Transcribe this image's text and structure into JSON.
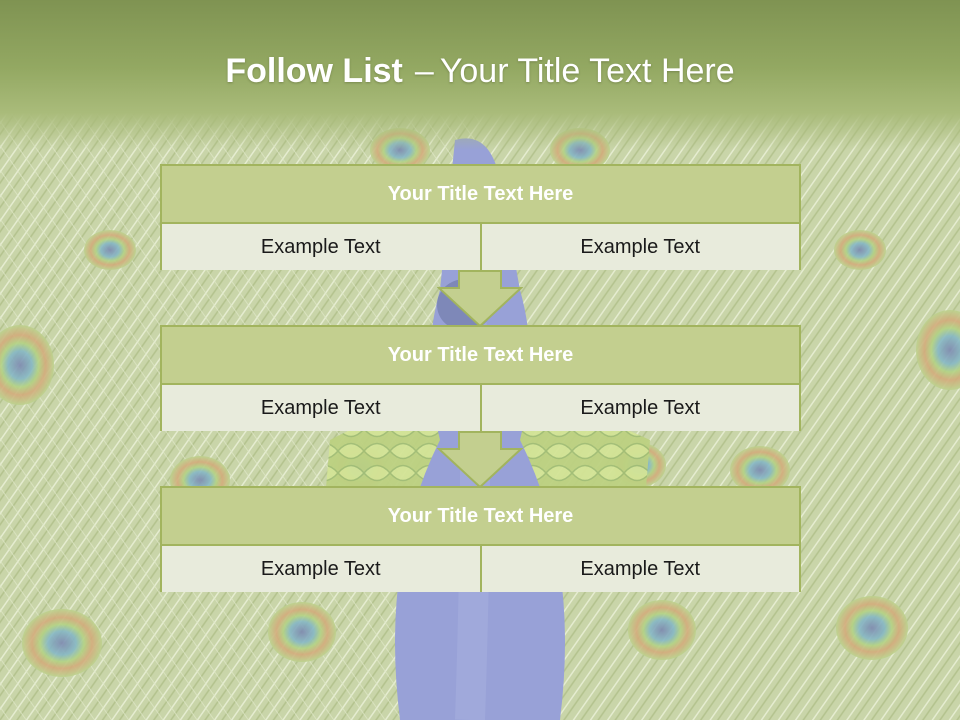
{
  "slide": {
    "title_bold": "Follow List",
    "title_separator": "–",
    "title_rest": "Your Title Text Here"
  },
  "blocks": [
    {
      "title": "Your Title Text Here",
      "cells": [
        "Example Text",
        "Example Text"
      ]
    },
    {
      "title": "Your Title Text Here",
      "cells": [
        "Example Text",
        "Example Text"
      ]
    },
    {
      "title": "Your Title Text Here",
      "cells": [
        "Example Text",
        "Example Text"
      ]
    }
  ],
  "colors": {
    "header": "#7f9352",
    "block_border": "#a2b45e",
    "block_title_fill": "#c3cf8f",
    "cell_fill": "#e8ebdc",
    "arrow_fill": "#c3cf8f",
    "peacock_body": "#5563d6"
  },
  "background": {
    "image": "peacock-feathers-image"
  }
}
